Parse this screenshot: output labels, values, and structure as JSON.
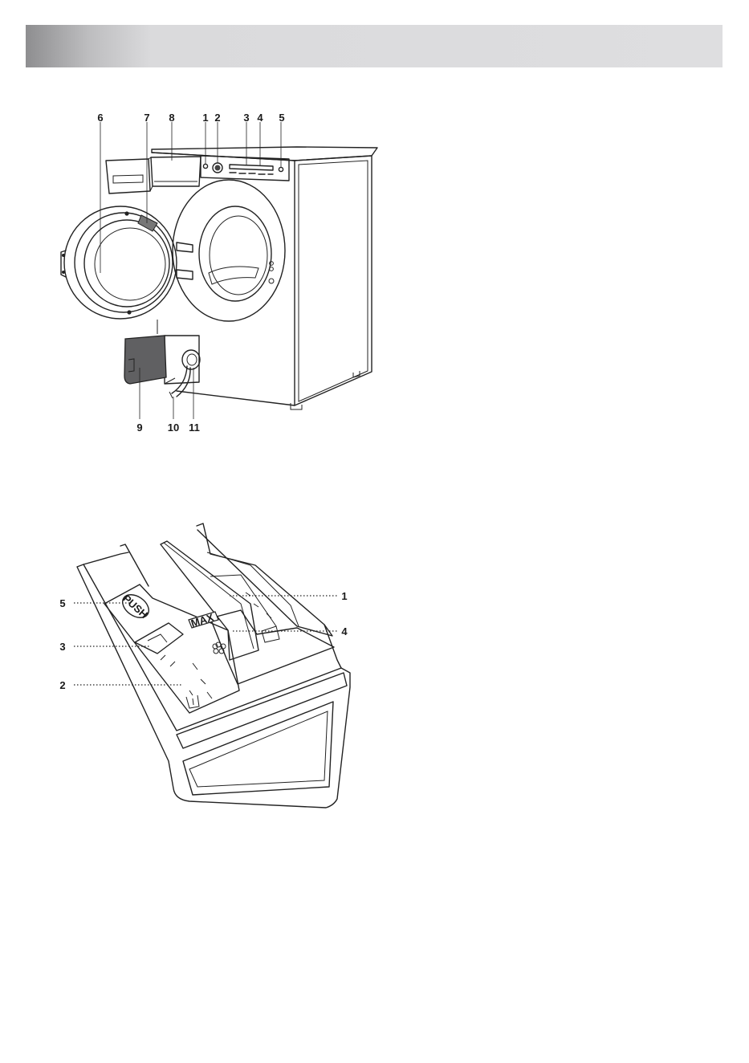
{
  "machine_callouts": [
    "6",
    "7",
    "8",
    "1",
    "2",
    "3",
    "4",
    "5",
    "9",
    "10",
    "11"
  ],
  "drawer_callouts_left": [
    "5",
    "3",
    "2"
  ],
  "drawer_callouts_right": [
    "1",
    "4"
  ],
  "drawer_markings": {
    "push": "PUSH",
    "max": "MAX"
  },
  "colors": {
    "header_dark": "#8e8e90",
    "header_light": "#dedee0",
    "line": "#222222",
    "filter_door": "#606062"
  }
}
